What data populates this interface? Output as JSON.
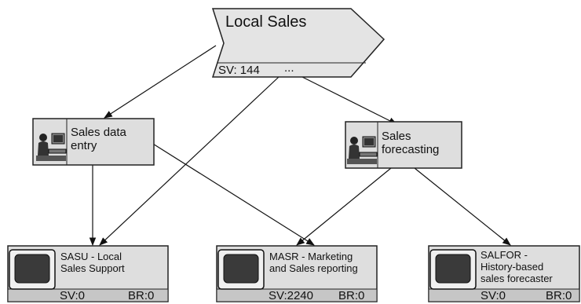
{
  "top_node": {
    "title": "Local Sales",
    "sv_label": "SV: 144",
    "ellipsis": "..."
  },
  "activities": [
    {
      "label_line1": "Sales data",
      "label_line2": "entry"
    },
    {
      "label_line1": "Sales",
      "label_line2": "forecasting"
    }
  ],
  "systems": [
    {
      "line1": "SASU - Local",
      "line2": "Sales Support",
      "line3": "",
      "sv": "SV:0",
      "br": "BR:0"
    },
    {
      "line1": "MASR - Marketing",
      "line2": "and Sales reporting",
      "line3": "",
      "sv": "SV:2240",
      "br": "BR:0"
    },
    {
      "line1": "SALFOR -",
      "line2": "History-based",
      "line3": "sales forecaster",
      "sv": "SV:0",
      "br": "BR:0"
    }
  ],
  "colors": {
    "box_fill": "#dedede",
    "footer_fill": "#c6c6c6",
    "stroke": "#222222",
    "monitor_screen": "#3a3a3a"
  },
  "icons": {
    "activity": "person-at-computer-icon",
    "system": "monitor-icon"
  }
}
